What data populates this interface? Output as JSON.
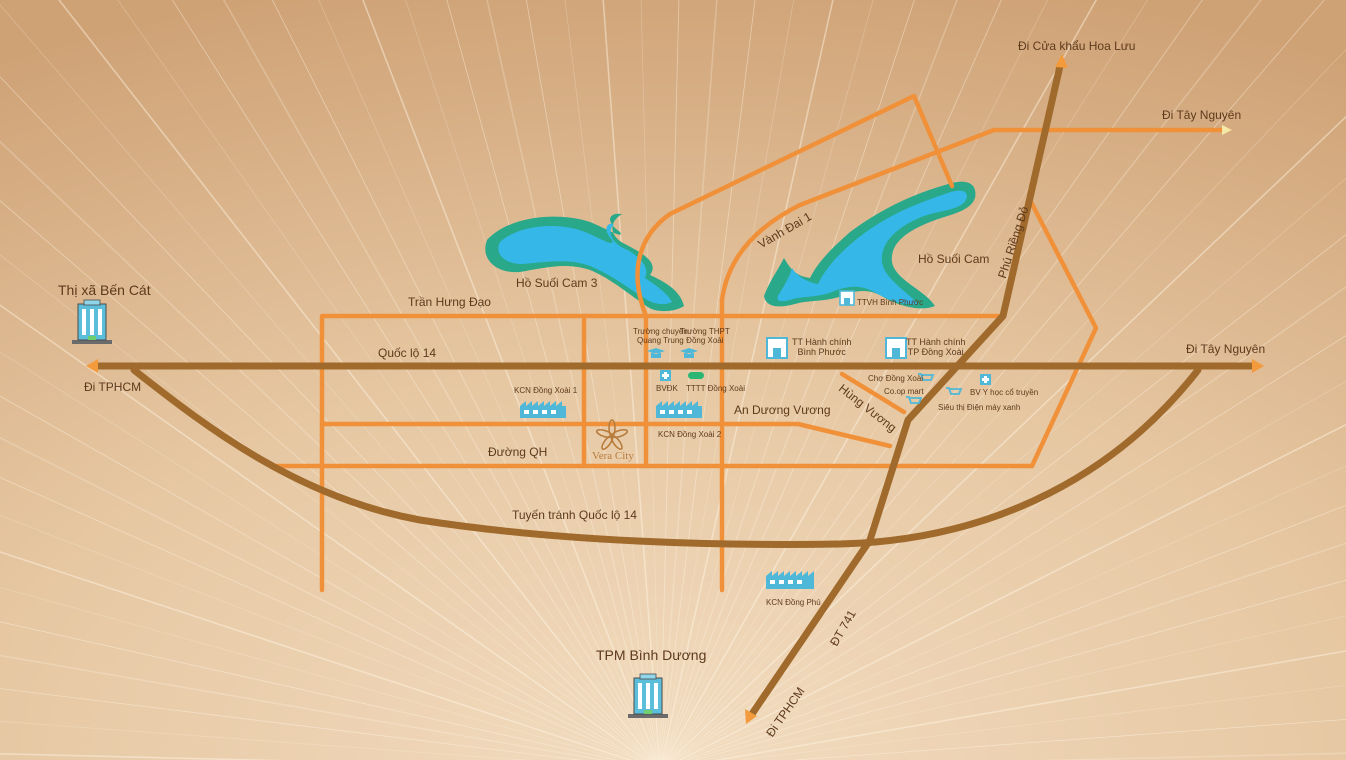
{
  "colors": {
    "highway": "#a06a2c",
    "road": "#f0913a",
    "lake_outer": "#2aa88a",
    "lake_inner": "#35b8e8",
    "label": "#5e3a1c",
    "icon_blue": "#4fb8d8"
  },
  "places": {
    "ben_cat": "Thị xã Bến Cát",
    "binh_duong": "TPM Bình Dương",
    "cua_khau": "Đi Cửa khẩu Hoa Lưu",
    "tay_nguyen_top": "Đi Tây Nguyên",
    "tay_nguyen_right": "Đi Tây Nguyên",
    "tphcm_left": "Đi TPHCM",
    "tphcm_bottom": "Đi TPHCM"
  },
  "roads": {
    "tran_hung_dao": "Trần Hưng Đạo",
    "quoc_lo_14": "Quốc lộ 14",
    "duong_qh": "Đường QH",
    "tuyen_tranh": "Tuyến tránh Quốc lộ 14",
    "an_duong_vuong": "An Dương Vương",
    "hung_vuong": "Hùng Vương",
    "vanh_dai_1": "Vành Đai 1",
    "phu_rieng_do": "Phú Riềng Đỏ",
    "dt_741": "ĐT 741"
  },
  "lakes": {
    "lake_1": "Hồ Suối Cam 3",
    "lake_2": "Hồ Suối Cam"
  },
  "pois": {
    "ttvh": "TTVH Bình Phước",
    "tt_hanh_chinh_bp": "TT Hành chính\nBình Phước",
    "tt_hanh_chinh_dx": "TT Hành chính\nTP Đồng Xoài",
    "truong_chuyen": "Trường chuyên\nQuang Trung",
    "truong_thpt": "Trường THPT\nĐồng Xoài",
    "bvdk": "BVĐK",
    "tttt": "TTTT Đồng Xoài",
    "kcn_1": "KCN Đồng Xoài 1",
    "kcn_2": "KCN Đồng Xoài 2",
    "kcn_phu": "KCN Đồng Phú",
    "cho": "Chợ Đồng Xoài",
    "coop": "Co.op mart",
    "sieu_thi": "Siêu thị Điện máy xanh",
    "bv_y_hoc": "BV Y học cổ truyền",
    "vera_city": "Vera City"
  }
}
